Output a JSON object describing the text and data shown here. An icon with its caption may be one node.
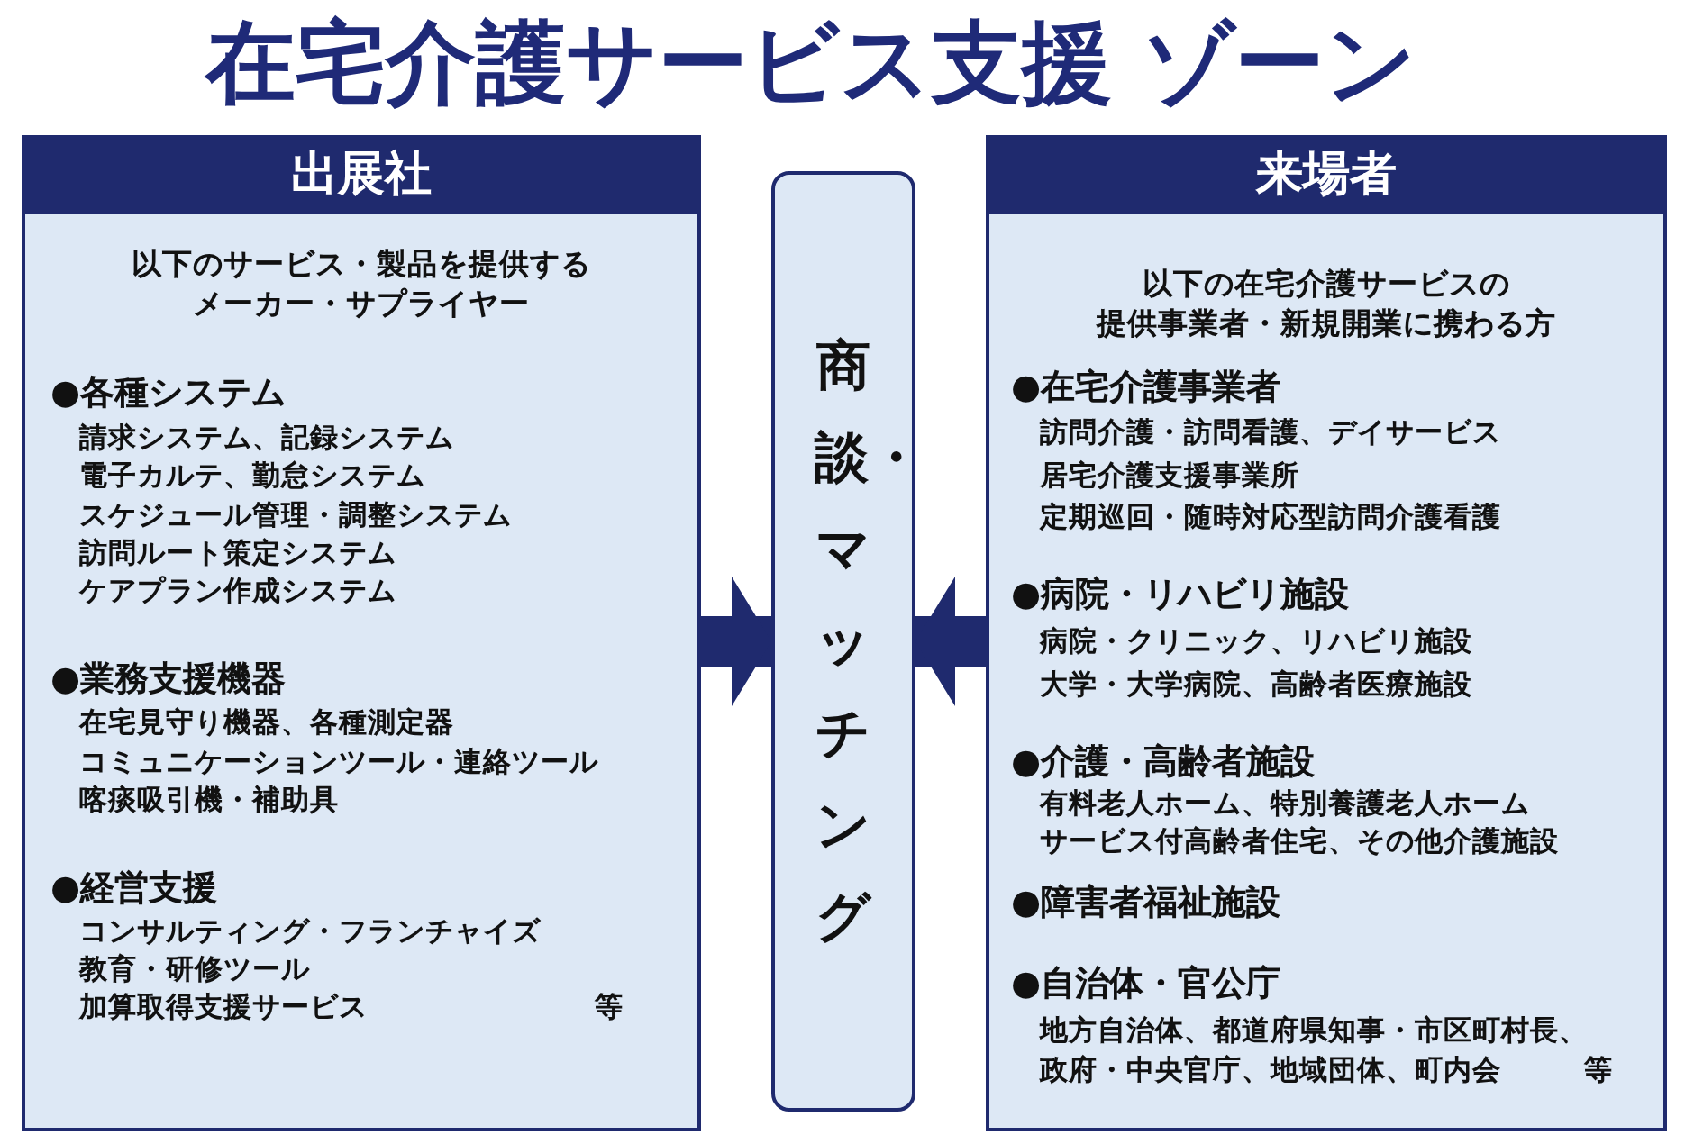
{
  "diagram": {
    "title": "在宅介護サービス支援 ゾーン",
    "nodes": [
      {
        "text": [
          "出展社",
          "以下のサービス・製品を提供するメーカー・サプライヤー",
          "●各種システム",
          "請求システム、記録システム",
          "電子カルテ、勤怠システム",
          "スケジュール管理・調整システム",
          "訪問ルート策定システム",
          "ケアプラン作成システム",
          "●業務支援機器",
          "在宅見守り機器、各種測定器",
          "コミュニケーションツール・連絡ツール",
          "喀痰吸引機・補助具",
          "●経営支援",
          "コンサルティング・フランチャイズ",
          "教育・研修ツール",
          "加算取得支援サービス",
          "等"
        ]
      },
      {
        "text": [
          "商談・マッチング"
        ]
      },
      {
        "text": [
          "来場者",
          "以下の在宅介護サービスの提供事業者・新規開業に携わる方",
          "●在宅介護事業者",
          "訪問介護・訪問看護、デイサービス",
          "居宅介護支援事業所",
          "定期巡回・随時対応型訪問介護看護",
          "●病院・リハビリ施設",
          "病院・クリニック、リハビリ施設",
          "大学・大学病院、高齢者医療施設",
          "●介護・高齢者施設",
          "有料老人ホーム、特別養護老人ホーム",
          "サービス付高齢者住宅、その他介護施設",
          "●障害者福祉施設",
          "●自治体・官公庁",
          "地方自治体、都道府県知事・市区町村長、",
          "政府・中央官庁、地域団体、町内会",
          "等"
        ]
      }
    ],
    "edges": [
      {
        "from": 0,
        "to": 1,
        "arrow": "to"
      },
      {
        "from": 2,
        "to": 1,
        "arrow": "to"
      }
    ]
  }
}
